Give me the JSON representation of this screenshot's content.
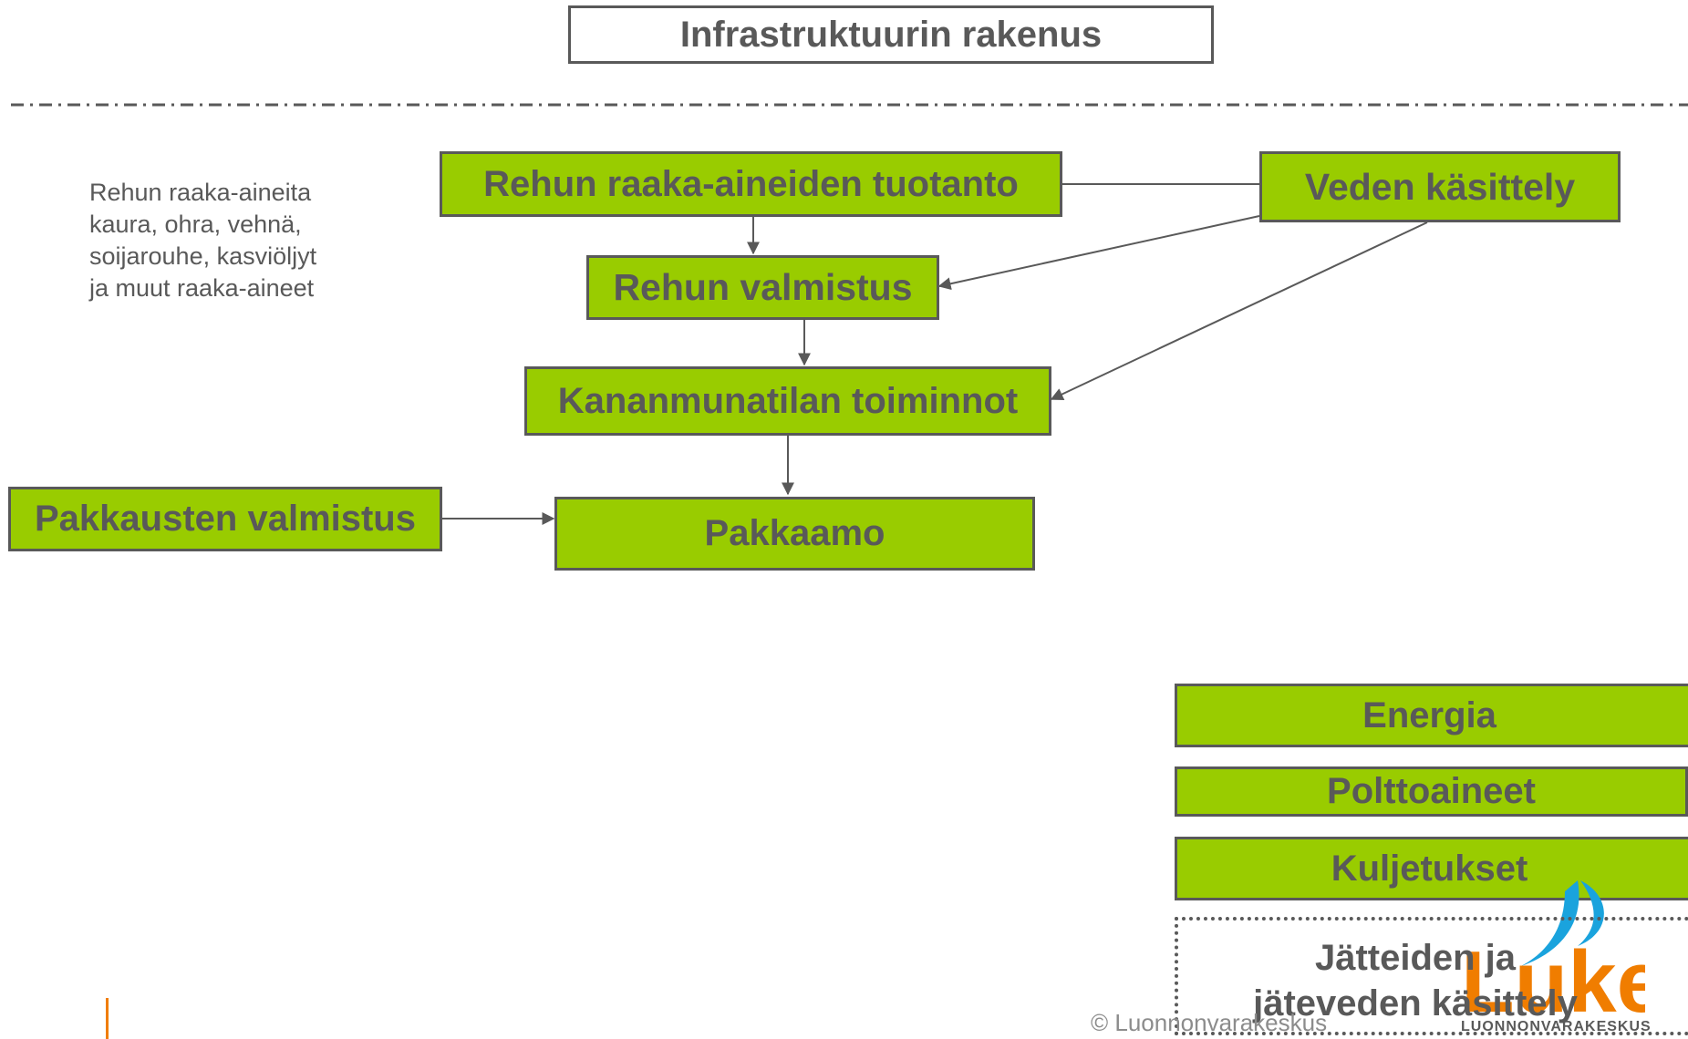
{
  "header": {
    "title": "Infrastruktuurin rakenus"
  },
  "note": {
    "lines": [
      "Rehun raaka-aineita",
      "kaura, ohra, vehnä,",
      "soijarouhe, kasviöljyt",
      "ja muut raaka-aineet"
    ]
  },
  "nodes": {
    "raw_materials": "Rehun raaka-aineiden tuotanto",
    "water": "Veden käsittely",
    "feed": "Rehun valmistus",
    "farm": "Kananmunatilan toiminnot",
    "package_making": "Pakkausten valmistus",
    "packing": "Pakkaamo"
  },
  "side_boxes": {
    "energy": "Energia",
    "fuels": "Polttoaineet",
    "transport": "Kuljetukset",
    "waste_line1": "Jätteiden ja",
    "waste_line2": "jäteveden käsittely"
  },
  "footer": {
    "copyright": "© Luonnonvarakeskus",
    "logo_word": "Luke",
    "logo_sub": "LUONNONVARAKESKUS"
  },
  "colors": {
    "box_fill": "#99cc00",
    "box_border": "#595959",
    "text": "#595959",
    "logo_orange": "#f07d00",
    "logo_blue": "#1aa3dd"
  }
}
